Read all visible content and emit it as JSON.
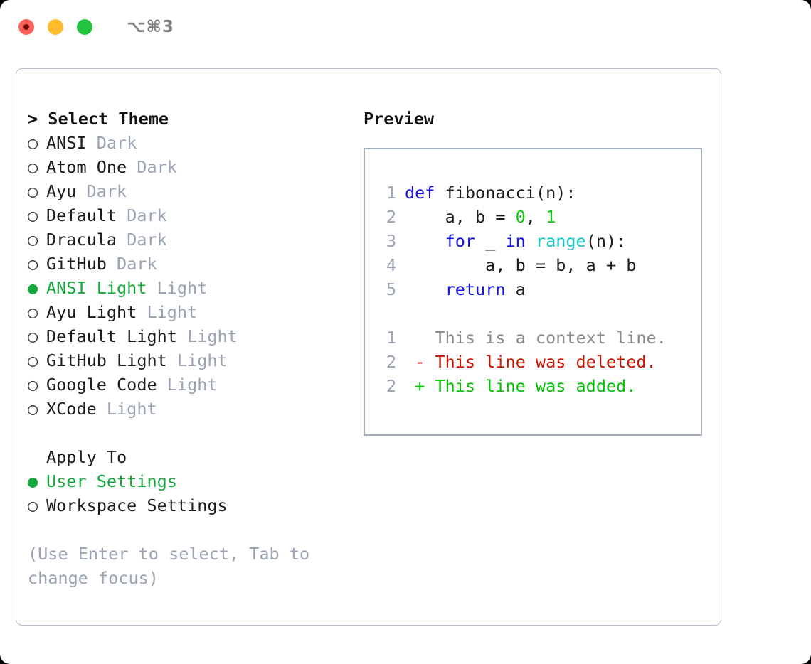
{
  "titlebar": {
    "shortcut": "⌥⌘3",
    "lights": [
      {
        "name": "close",
        "color": "#ff6057"
      },
      {
        "name": "minimize",
        "color": "#ffbd2e"
      },
      {
        "name": "maximize",
        "color": "#22c33e"
      }
    ]
  },
  "theme_picker": {
    "heading": "> Select Theme",
    "marker_selected": "●",
    "marker_unselected": "○",
    "items": [
      {
        "name": "ANSI",
        "variant": "Dark",
        "selected": false
      },
      {
        "name": "Atom One",
        "variant": "Dark",
        "selected": false
      },
      {
        "name": "Ayu",
        "variant": "Dark",
        "selected": false
      },
      {
        "name": "Default",
        "variant": "Dark",
        "selected": false
      },
      {
        "name": "Dracula",
        "variant": "Dark",
        "selected": false
      },
      {
        "name": "GitHub",
        "variant": "Dark",
        "selected": false
      },
      {
        "name": "ANSI Light",
        "variant": "Light",
        "selected": true
      },
      {
        "name": "Ayu Light",
        "variant": "Light",
        "selected": false
      },
      {
        "name": "Default Light",
        "variant": "Light",
        "selected": false
      },
      {
        "name": "GitHub Light",
        "variant": "Light",
        "selected": false
      },
      {
        "name": "Google Code",
        "variant": "Light",
        "selected": false
      },
      {
        "name": "XCode",
        "variant": "Light",
        "selected": false
      }
    ]
  },
  "apply_to": {
    "heading": "Apply To",
    "items": [
      {
        "name": "User Settings",
        "selected": true
      },
      {
        "name": "Workspace Settings",
        "selected": false
      }
    ]
  },
  "hint": "(Use Enter to select, Tab to change focus)",
  "preview": {
    "title": "Preview",
    "code": [
      {
        "no": "1",
        "tokens": [
          {
            "t": "def",
            "c": "kw"
          },
          {
            "t": " ",
            "c": ""
          },
          {
            "t": "fibonacci(n):",
            "c": "id"
          }
        ]
      },
      {
        "no": "2",
        "tokens": [
          {
            "t": "    a, b = ",
            "c": "id"
          },
          {
            "t": "0",
            "c": "num"
          },
          {
            "t": ", ",
            "c": "id"
          },
          {
            "t": "1",
            "c": "num"
          }
        ]
      },
      {
        "no": "3",
        "tokens": [
          {
            "t": "    ",
            "c": "id"
          },
          {
            "t": "for",
            "c": "kw"
          },
          {
            "t": " _ ",
            "c": "id"
          },
          {
            "t": "in",
            "c": "kw"
          },
          {
            "t": " ",
            "c": "id"
          },
          {
            "t": "range",
            "c": "fn"
          },
          {
            "t": "(n):",
            "c": "id"
          }
        ]
      },
      {
        "no": "4",
        "tokens": [
          {
            "t": "        a, b = b, a + b",
            "c": "id"
          }
        ]
      },
      {
        "no": "5",
        "tokens": [
          {
            "t": "    ",
            "c": "id"
          },
          {
            "t": "return",
            "c": "kw"
          },
          {
            "t": " a",
            "c": "id"
          }
        ]
      }
    ],
    "diff": [
      {
        "no": "1",
        "sign": " ",
        "text": "This is a context line.",
        "kind": "ctx"
      },
      {
        "no": "2",
        "sign": "-",
        "text": "This line was deleted.",
        "kind": "del"
      },
      {
        "no": "2",
        "sign": "+",
        "text": "This line was added.",
        "kind": "add"
      }
    ]
  },
  "colors": {
    "selected_green": "#15a83c",
    "muted_gray": "#9aa3b1",
    "keyword_blue": "#1414e0",
    "number_green": "#13c413",
    "builtin_cyan": "#13c9c9",
    "diff_delete_red": "#c81400",
    "diff_add_green": "#00c400",
    "panel_border": "#b6bfcc",
    "preview_border": "#a6aebc"
  }
}
